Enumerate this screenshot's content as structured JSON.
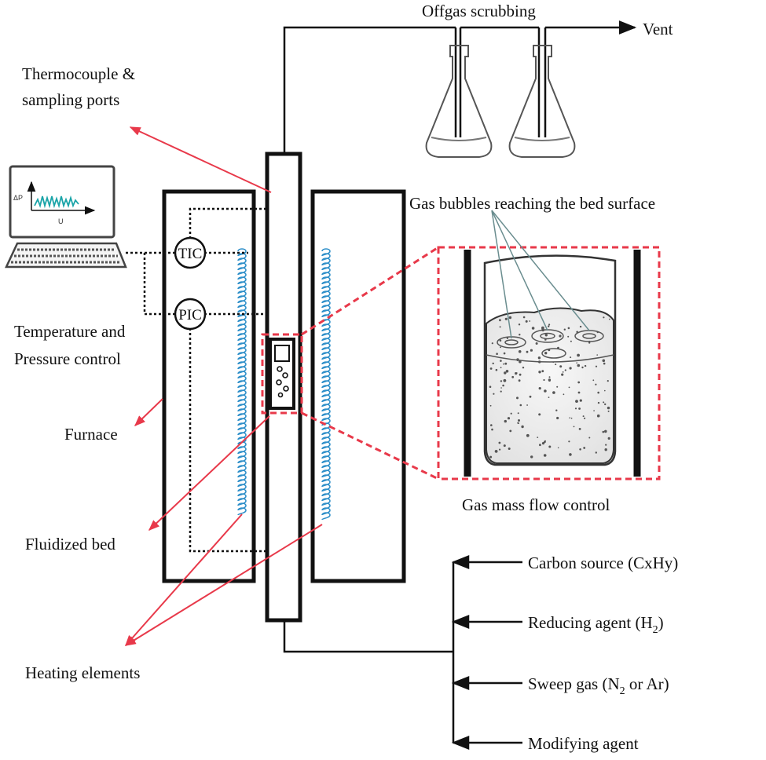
{
  "labels": {
    "offgas": "Offgas scrubbing",
    "vent": "Vent",
    "thermocouple_line1": "Thermocouple &",
    "thermocouple_line2": "sampling ports",
    "bubbles": "Gas bubbles reaching the bed surface",
    "temp_line1": "Temperature and",
    "temp_line2": "Pressure control",
    "furnace": "Furnace",
    "flow_control": "Gas mass flow control",
    "fluidized_bed": "Fluidized bed",
    "heating_elements": "Heating elements"
  },
  "controllers": {
    "tic": "TIC",
    "pic": "PIC"
  },
  "monitor": {
    "y_axis": "ΔP",
    "x_axis": "U"
  },
  "feeds": [
    {
      "text": "Carbon source (CxHy)",
      "sub": ""
    },
    {
      "text": "Reducing agent (H",
      "sub": "2",
      "tail": ")"
    },
    {
      "text": "Sweep gas (N",
      "sub": "2",
      "tail": " or Ar)"
    },
    {
      "text": "Modifying agent",
      "sub": ""
    }
  ],
  "colors": {
    "line": "#111111",
    "pointer": "#e8394a",
    "highlight": "#e8394a",
    "coil": "#2e8fc9",
    "signal": "#1aa4a8"
  }
}
